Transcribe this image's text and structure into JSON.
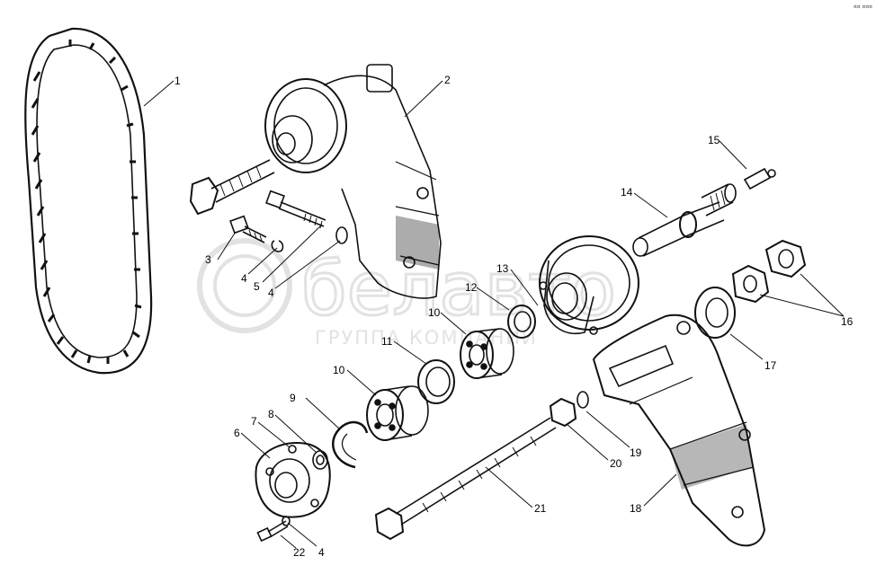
{
  "watermark": {
    "logo_text": "белавто",
    "sub_text": "ГРУППА КОМПАНИЙ"
  },
  "corner_note": "¤¤ ¤¤¤",
  "callouts": [
    {
      "text": "1"
    },
    {
      "text": "2"
    },
    {
      "text": "3"
    },
    {
      "text": "4"
    },
    {
      "text": "5"
    },
    {
      "text": "4"
    },
    {
      "text": "6"
    },
    {
      "text": "7"
    },
    {
      "text": "8"
    },
    {
      "text": "9"
    },
    {
      "text": "10"
    },
    {
      "text": "11"
    },
    {
      "text": "10"
    },
    {
      "text": "12"
    },
    {
      "text": "13"
    },
    {
      "text": "14"
    },
    {
      "text": "15"
    },
    {
      "text": "16"
    },
    {
      "text": "17"
    },
    {
      "text": "18"
    },
    {
      "text": "19"
    },
    {
      "text": "20"
    },
    {
      "text": "21"
    },
    {
      "text": "22"
    },
    {
      "text": "4"
    }
  ]
}
